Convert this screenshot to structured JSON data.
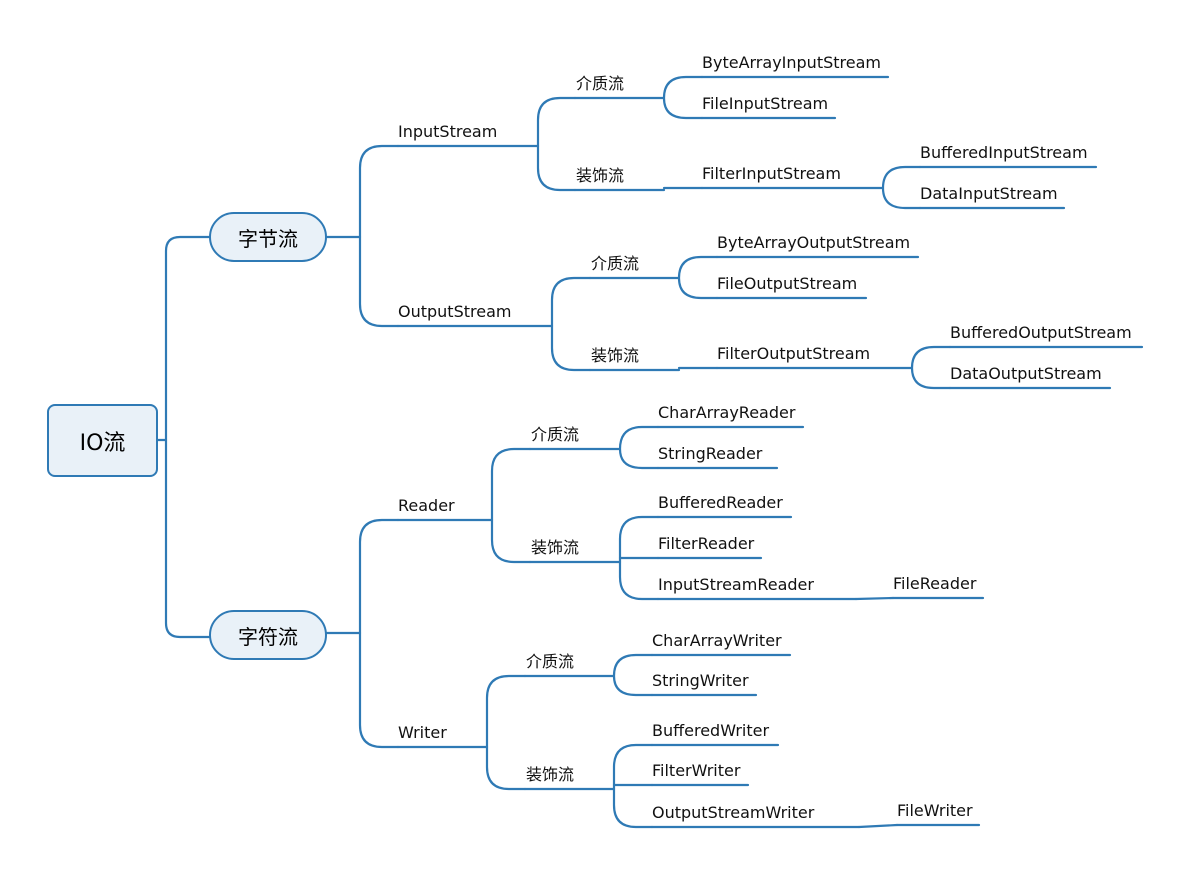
{
  "colors": {
    "line": "#2f7ab5",
    "box_fill": "#e9f1f8"
  },
  "root": "IO流",
  "byte": {
    "label": "字节流",
    "input": {
      "label": "InputStream",
      "medium": {
        "label": "介质流",
        "items": [
          "ByteArrayInputStream",
          "FileInputStream"
        ]
      },
      "decorator": {
        "label": "装饰流",
        "filter": "FilterInputStream",
        "items": [
          "BufferedInputStream",
          "DataInputStream"
        ]
      }
    },
    "output": {
      "label": "OutputStream",
      "medium": {
        "label": "介质流",
        "items": [
          "ByteArrayOutputStream",
          "FileOutputStream"
        ]
      },
      "decorator": {
        "label": "装饰流",
        "filter": "FilterOutputStream",
        "items": [
          "BufferedOutputStream",
          "DataOutputStream"
        ]
      }
    }
  },
  "char": {
    "label": "字符流",
    "reader": {
      "label": "Reader",
      "medium": {
        "label": "介质流",
        "items": [
          "CharArrayReader",
          "StringReader"
        ]
      },
      "decorator": {
        "label": "装饰流",
        "items": [
          "BufferedReader",
          "FilterReader",
          "InputStreamReader"
        ],
        "sub": "FileReader"
      }
    },
    "writer": {
      "label": "Writer",
      "medium": {
        "label": "介质流",
        "items": [
          "CharArrayWriter",
          "StringWriter"
        ]
      },
      "decorator": {
        "label": "装饰流",
        "items": [
          "BufferedWriter",
          "FilterWriter",
          "OutputStreamWriter"
        ],
        "sub": "FileWriter"
      }
    }
  }
}
